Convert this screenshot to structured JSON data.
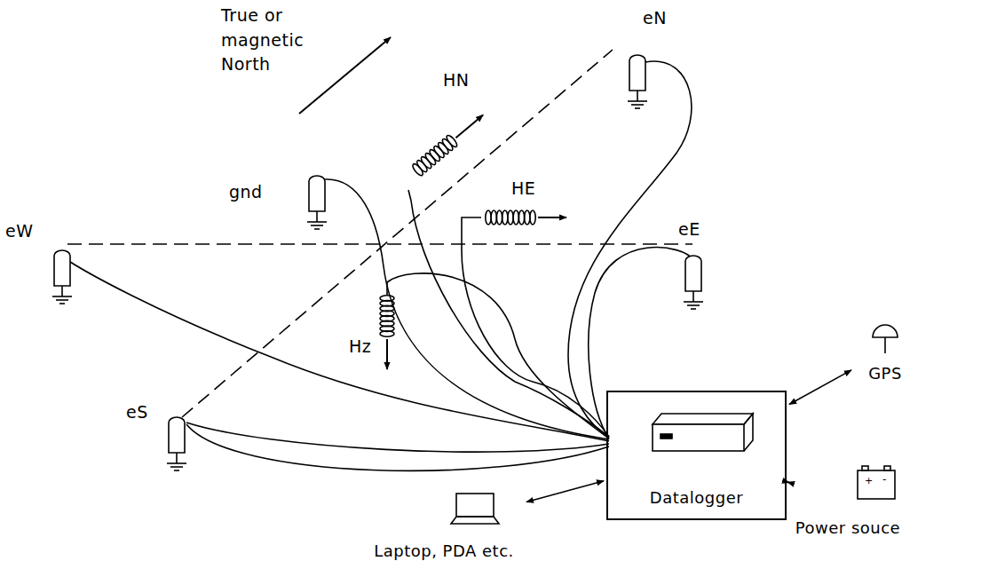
{
  "diagram": {
    "nodes": [
      {
        "text": [
          "Datalogger"
        ]
      },
      {
        "text": [
          "GPS"
        ]
      },
      {
        "text": [
          "Power souce"
        ]
      },
      {
        "text": [
          "Laptop, PDA etc."
        ]
      }
    ],
    "edges": [
      {
        "from": 0,
        "to": 1,
        "arrow": "both"
      },
      {
        "from": 0,
        "to": 2,
        "arrow": "both"
      },
      {
        "from": 0,
        "to": 3,
        "arrow": "both"
      }
    ],
    "labels": [
      "True or magnetic North",
      "eN",
      "HN",
      "gnd",
      "HE",
      "eW",
      "eE",
      "Hz",
      "eS",
      "+",
      "-"
    ]
  }
}
